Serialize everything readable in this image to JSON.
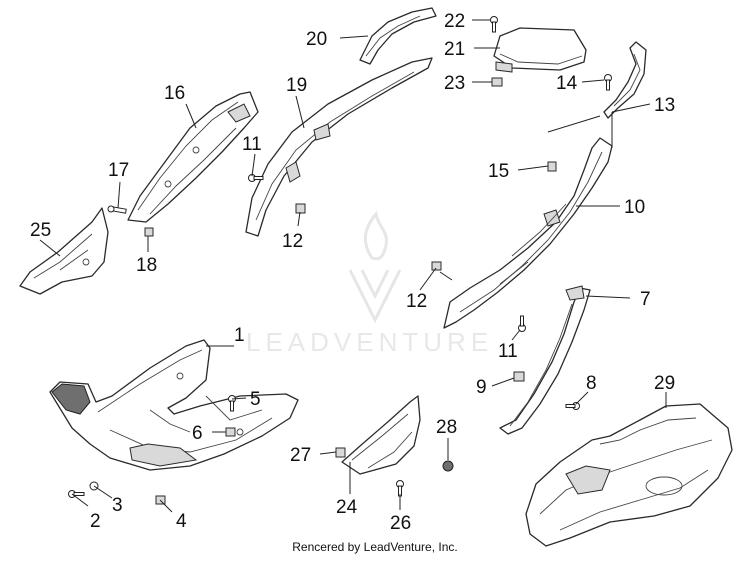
{
  "diagram": {
    "watermark_text": "LEADVENTURE",
    "credit": "Rencered by LeadVenture, Inc.",
    "callouts": [
      {
        "id": "c1",
        "label": "1"
      },
      {
        "id": "c2",
        "label": "2"
      },
      {
        "id": "c3",
        "label": "3"
      },
      {
        "id": "c4",
        "label": "4"
      },
      {
        "id": "c5",
        "label": "5"
      },
      {
        "id": "c6",
        "label": "6"
      },
      {
        "id": "c7",
        "label": "7"
      },
      {
        "id": "c8",
        "label": "8"
      },
      {
        "id": "c9",
        "label": "9"
      },
      {
        "id": "c10",
        "label": "10"
      },
      {
        "id": "c11a",
        "label": "11"
      },
      {
        "id": "c11b",
        "label": "11"
      },
      {
        "id": "c12a",
        "label": "12"
      },
      {
        "id": "c12b",
        "label": "12"
      },
      {
        "id": "c13",
        "label": "13"
      },
      {
        "id": "c14",
        "label": "14"
      },
      {
        "id": "c15",
        "label": "15"
      },
      {
        "id": "c16",
        "label": "16"
      },
      {
        "id": "c17",
        "label": "17"
      },
      {
        "id": "c18",
        "label": "18"
      },
      {
        "id": "c19",
        "label": "19"
      },
      {
        "id": "c20",
        "label": "20"
      },
      {
        "id": "c21",
        "label": "21"
      },
      {
        "id": "c22",
        "label": "22"
      },
      {
        "id": "c23",
        "label": "23"
      },
      {
        "id": "c24",
        "label": "24"
      },
      {
        "id": "c25",
        "label": "25"
      },
      {
        "id": "c26",
        "label": "26"
      },
      {
        "id": "c27",
        "label": "27"
      },
      {
        "id": "c28",
        "label": "28"
      },
      {
        "id": "c29",
        "label": "29"
      }
    ]
  }
}
